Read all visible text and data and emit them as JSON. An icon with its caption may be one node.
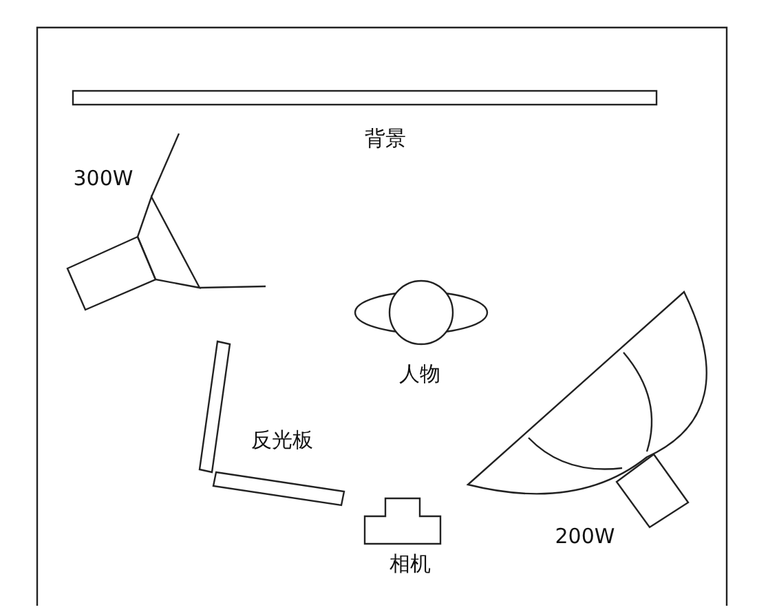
{
  "diagram": {
    "labels": [
      "背景",
      "300W",
      "人物",
      "反光板",
      "200W",
      "相机"
    ]
  }
}
